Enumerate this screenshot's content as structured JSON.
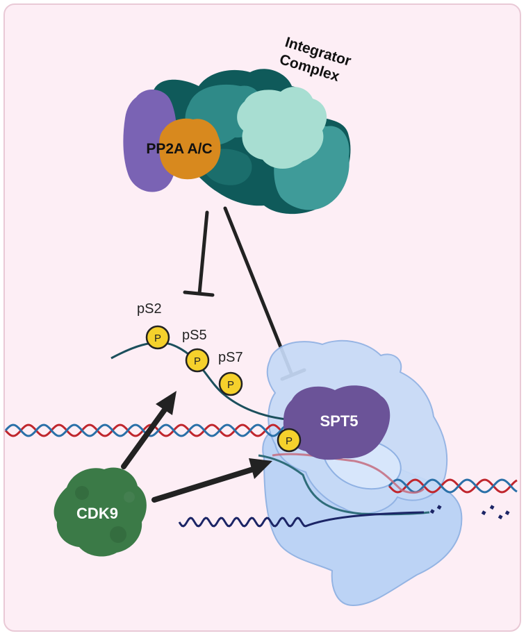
{
  "title_lines": [
    "Integrator",
    "Complex"
  ],
  "pp2a_label": "PP2A A/C",
  "spt5_label": "SPT5",
  "cdk9_label": "CDK9",
  "phospho_sites": [
    "pS2",
    "pS5",
    "pS7"
  ],
  "phospho_badge": "P",
  "colors": {
    "background": "#fdeef5",
    "border": "#e9c9d6",
    "integrator_dark": "#0f5a5a",
    "integrator_mid": "#3f9b99",
    "integrator_light": "#a8ded2",
    "pp2a_a": "#7a63b4",
    "pp2a_c": "#d8891e",
    "spt5": "#6b5398",
    "cdk9": "#3b7a47",
    "polymerase": "#b9d2f5",
    "phospho": "#f5d12c",
    "dna_red": "#c0262d",
    "dna_blue": "#2a70a8",
    "arrow": "#222222"
  }
}
